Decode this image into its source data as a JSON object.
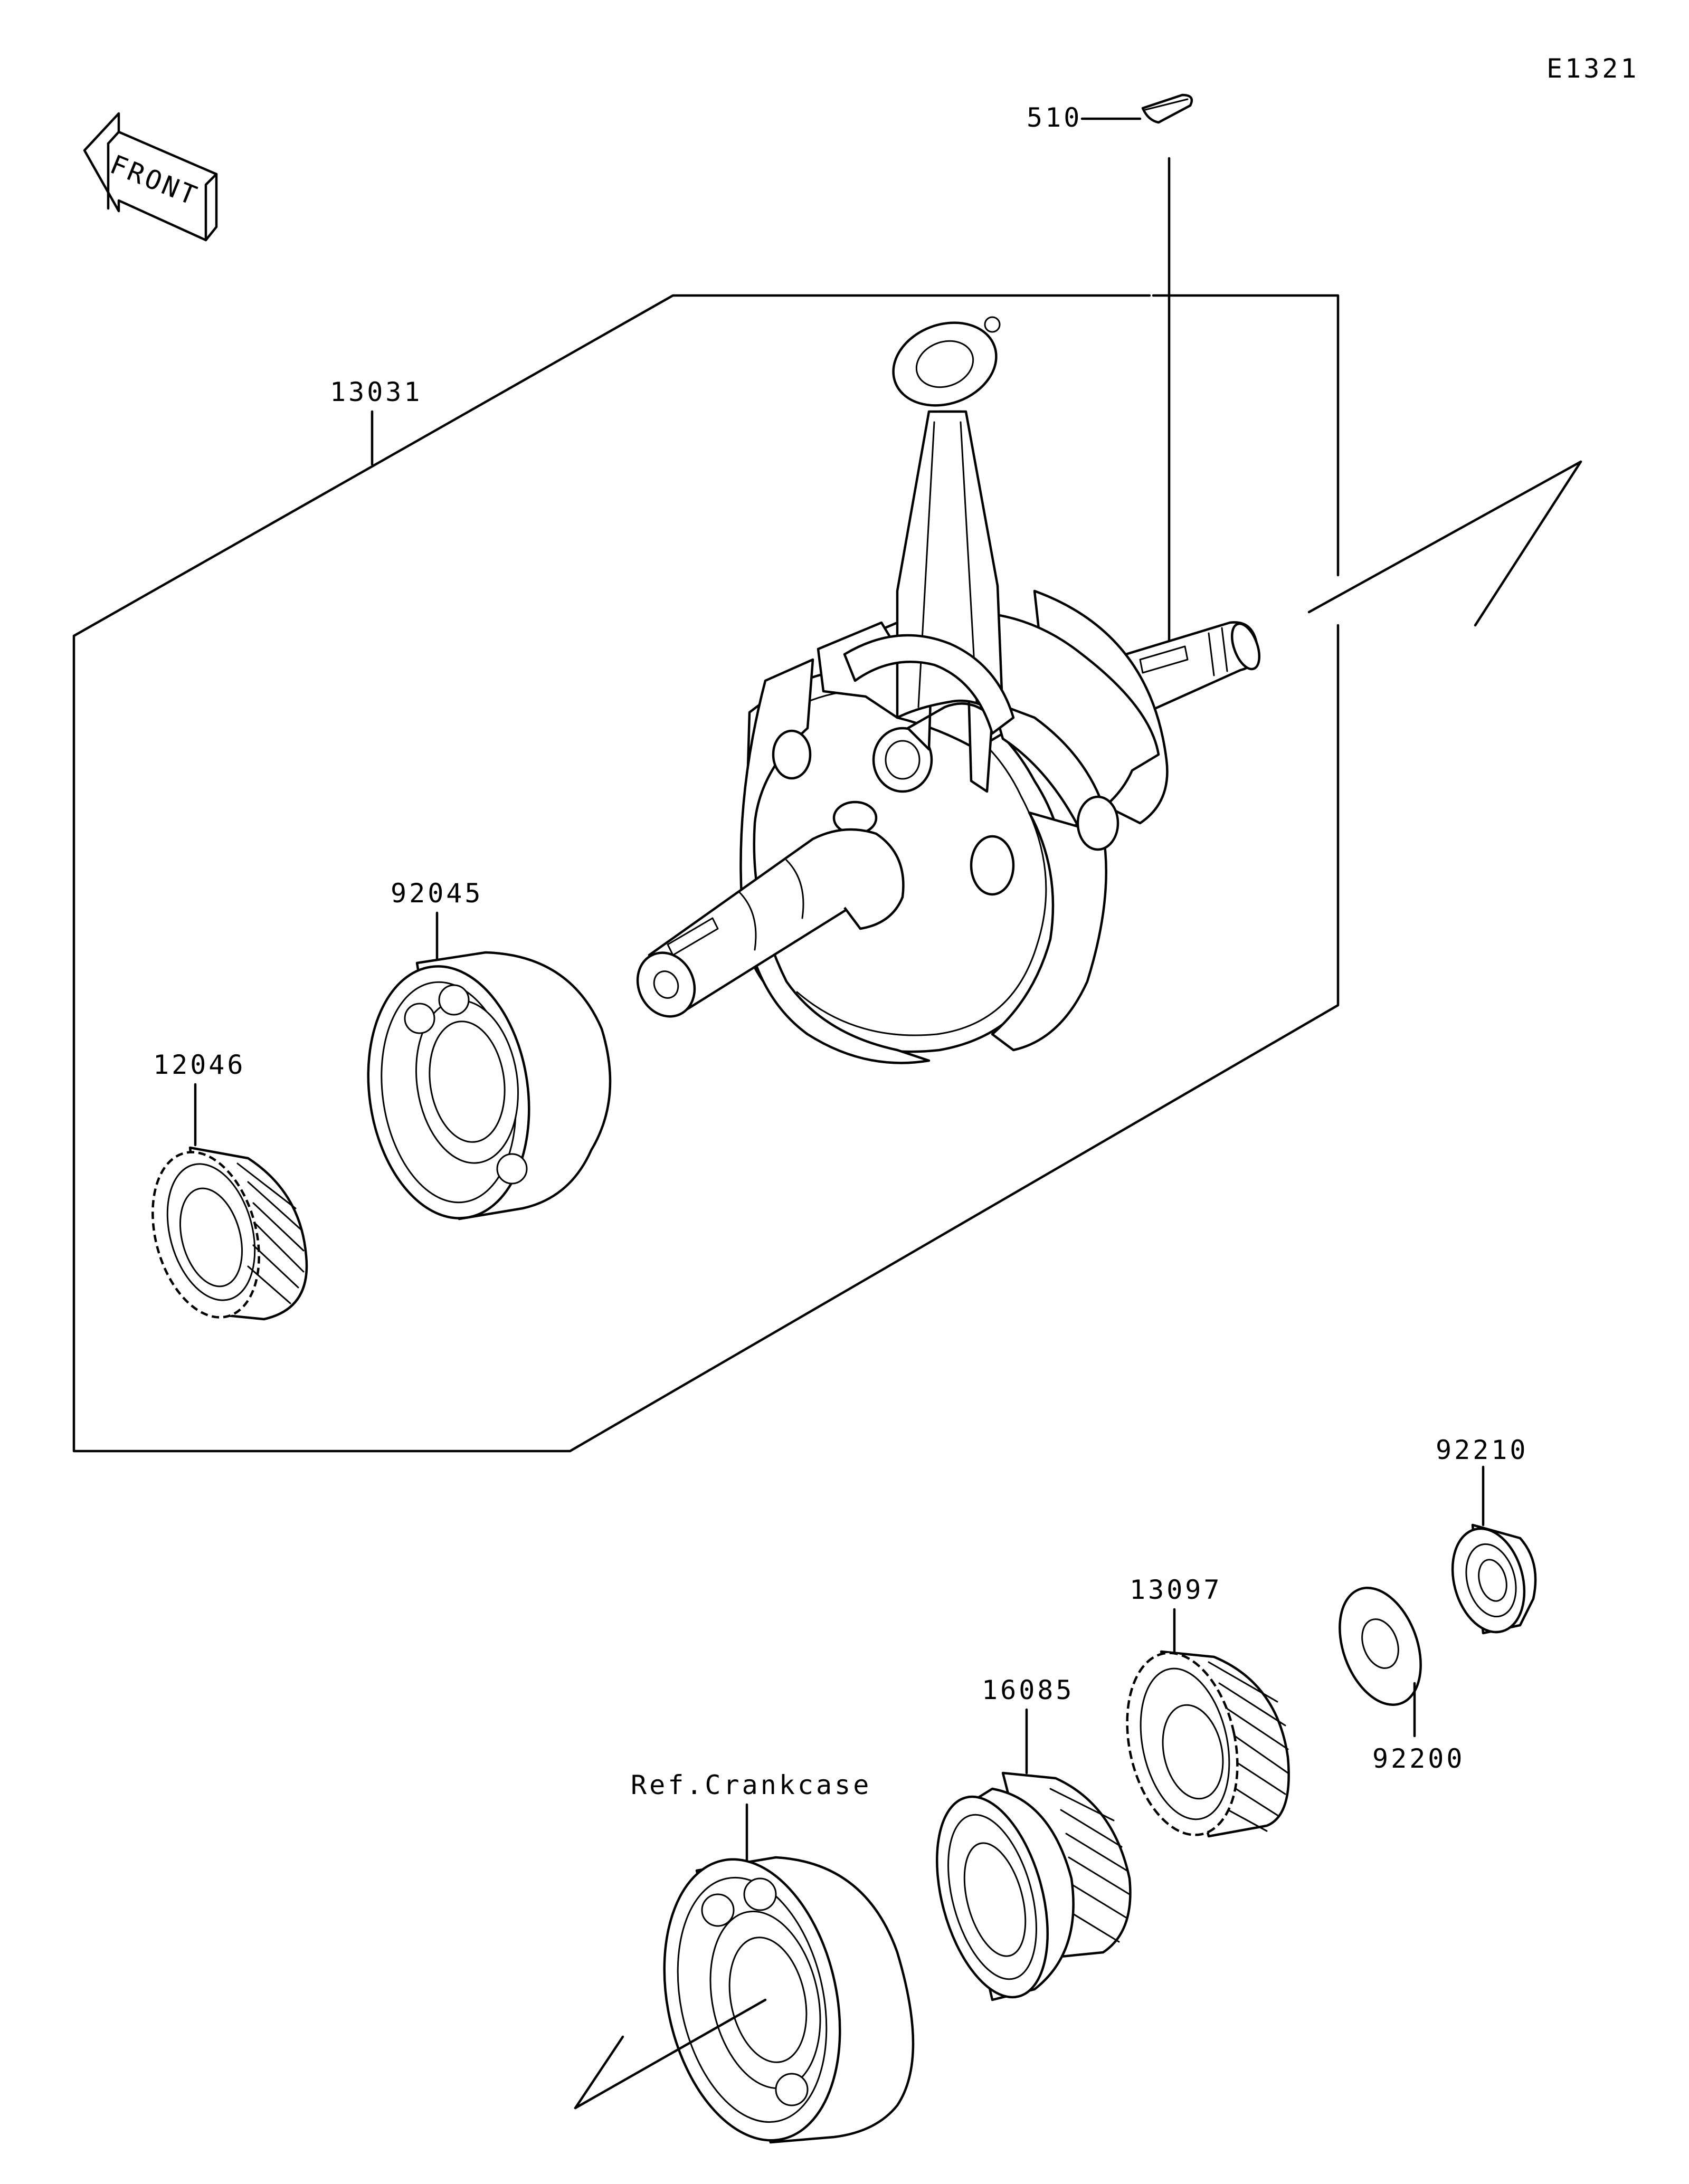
{
  "diagram_id": "E1321",
  "front_indicator": {
    "text": "FRONT",
    "icon": "front-arrow-icon"
  },
  "labels": {
    "key": "510",
    "crankshaft_assy": "13031",
    "bearing": "92045",
    "gear": "12046",
    "nut": "92210",
    "gear_balancer": "13097",
    "gear_drive": "16085",
    "washer": "92200",
    "ref_crankcase": "Ref.Crankcase"
  }
}
